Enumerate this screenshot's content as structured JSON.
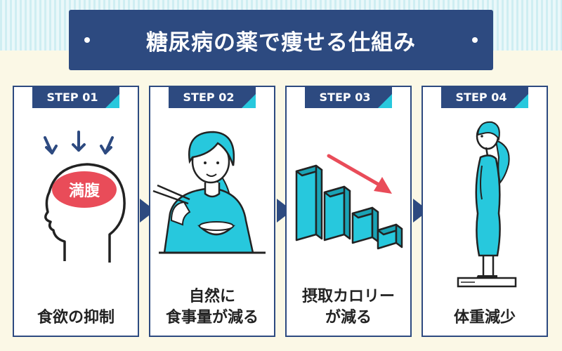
{
  "title": "糖尿病の薬で痩せる仕組み",
  "colors": {
    "navy": "#2d4a80",
    "cyan": "#27c8dd",
    "red": "#e94c59",
    "background": "#fbf8e6"
  },
  "steps": [
    {
      "label": "STEP 01",
      "caption_lines": [
        "食欲の抑制"
      ],
      "badge": "満腹",
      "icon": "head-brain-icon"
    },
    {
      "label": "STEP 02",
      "caption_lines": [
        "自然に",
        "食事量が減る"
      ],
      "icon": "woman-eating-icon"
    },
    {
      "label": "STEP 03",
      "caption_lines": [
        "摂取カロリー",
        "が減る"
      ],
      "icon": "decreasing-bars-icon"
    },
    {
      "label": "STEP 04",
      "caption_lines": [
        "体重減少"
      ],
      "icon": "woman-on-scale-icon"
    }
  ]
}
